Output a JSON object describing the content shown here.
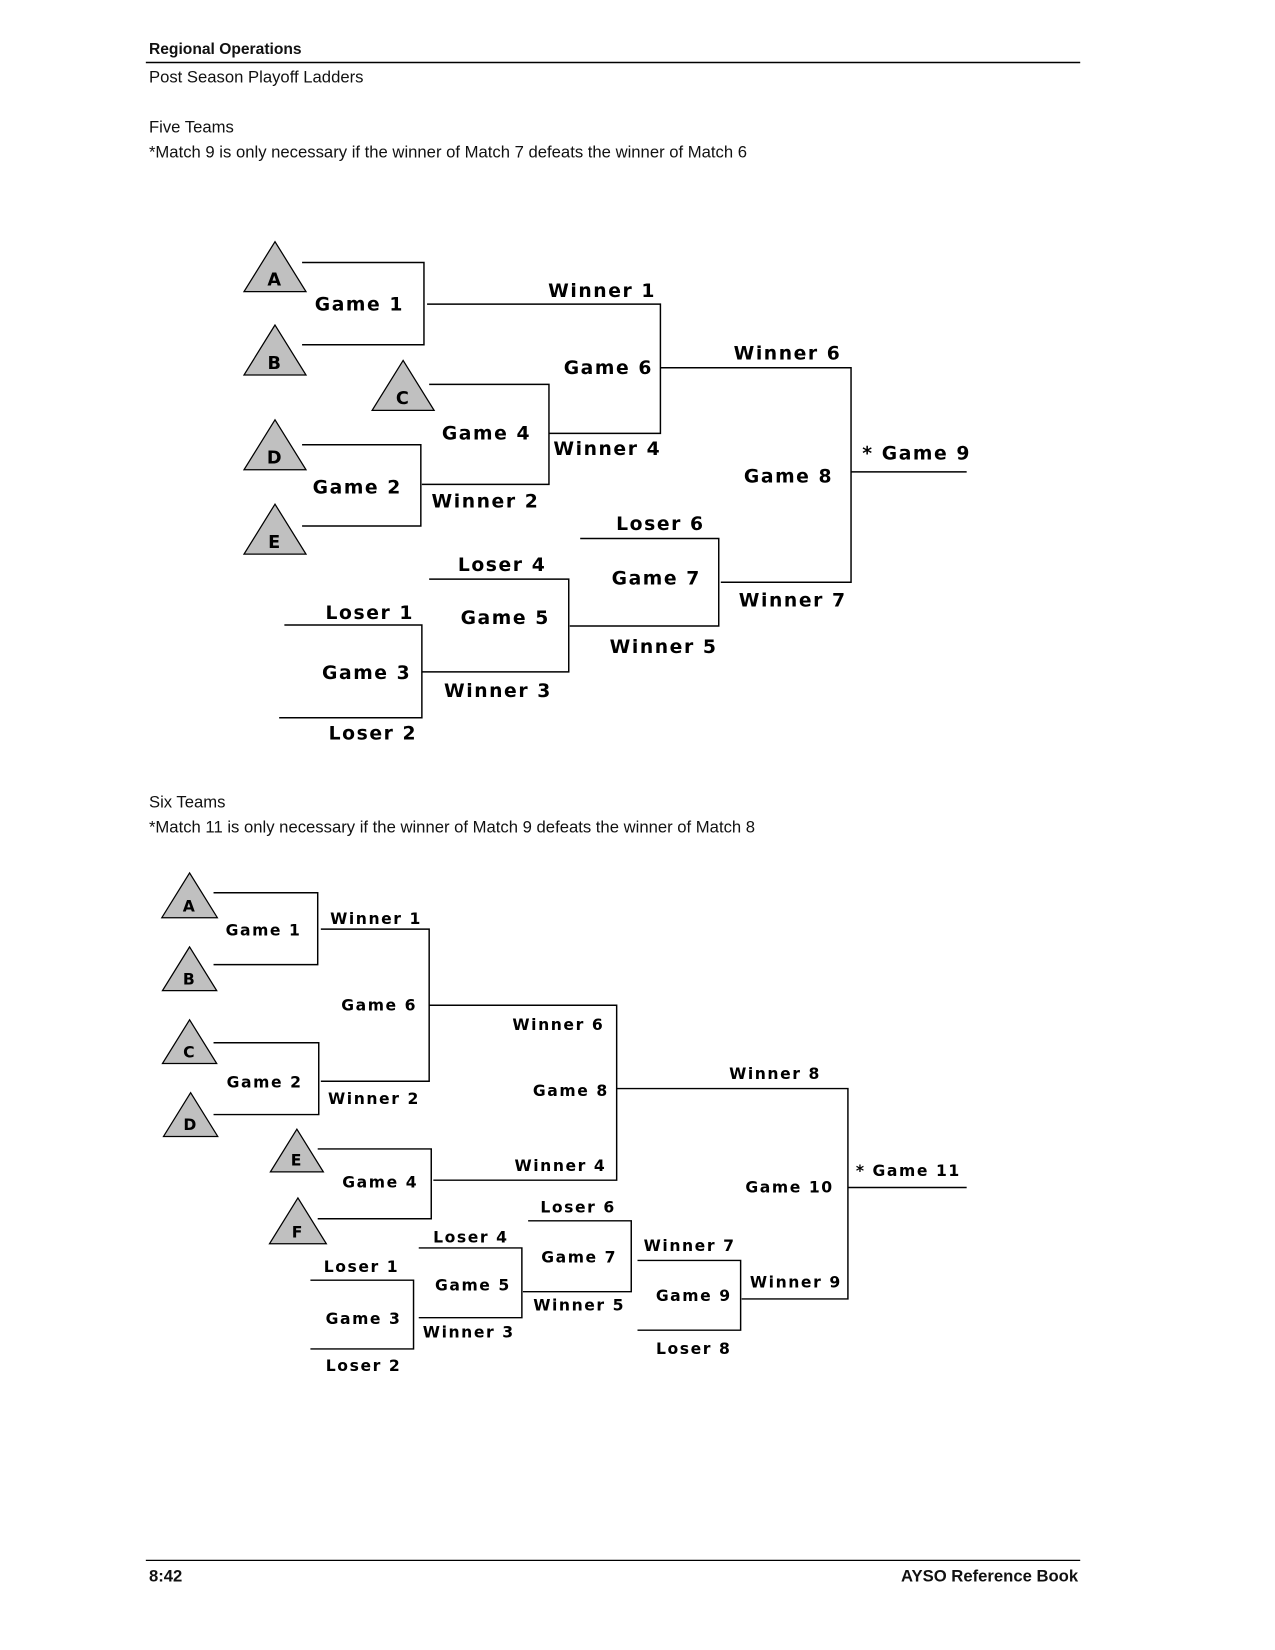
{
  "header": {
    "section": "Regional Operations",
    "subtitle": "Post Season Playoff Ladders"
  },
  "five_teams": {
    "title": "Five Teams",
    "note": "*Match 9 is only necessary if the winner of Match 7 defeats the winner of Match 6",
    "teams": [
      "A",
      "B",
      "C",
      "D",
      "E"
    ],
    "labels": [
      "Game 1",
      "Winner 1",
      "Game 6",
      "Winner 6",
      "Game 4",
      "Winner 4",
      "Game 2",
      "Winner 2",
      "Game 8",
      "Winner 7",
      "* Game 9",
      "Loser 6",
      "Game 7",
      "Winner 5",
      "Loser 4",
      "Game 5",
      "Winner 3",
      "Loser 1",
      "Game 3",
      "Loser 2"
    ]
  },
  "six_teams": {
    "title": "Six Teams",
    "note": "*Match 11 is only necessary if the winner of Match 9 defeats the winner of Match 8",
    "teams": [
      "A",
      "B",
      "C",
      "D",
      "E",
      "F"
    ],
    "labels": [
      "Game 1",
      "Winner 1",
      "Game 2",
      "Winner 2",
      "Game 6",
      "Winner 6",
      "Winner 4",
      "Game 8",
      "Winner 8",
      "Winner 9",
      "Game 10",
      "* Game 11",
      "Game 4",
      "Loser 6",
      "Game 7",
      "Winner 5",
      "Winner 7",
      "Game 9",
      "Loser 8",
      "Loser 4",
      "Game 5",
      "Winner 3",
      "Loser 1",
      "Game 3",
      "Loser 2"
    ]
  },
  "footer": {
    "page": "8:42",
    "book": "AYSO Reference Book"
  }
}
